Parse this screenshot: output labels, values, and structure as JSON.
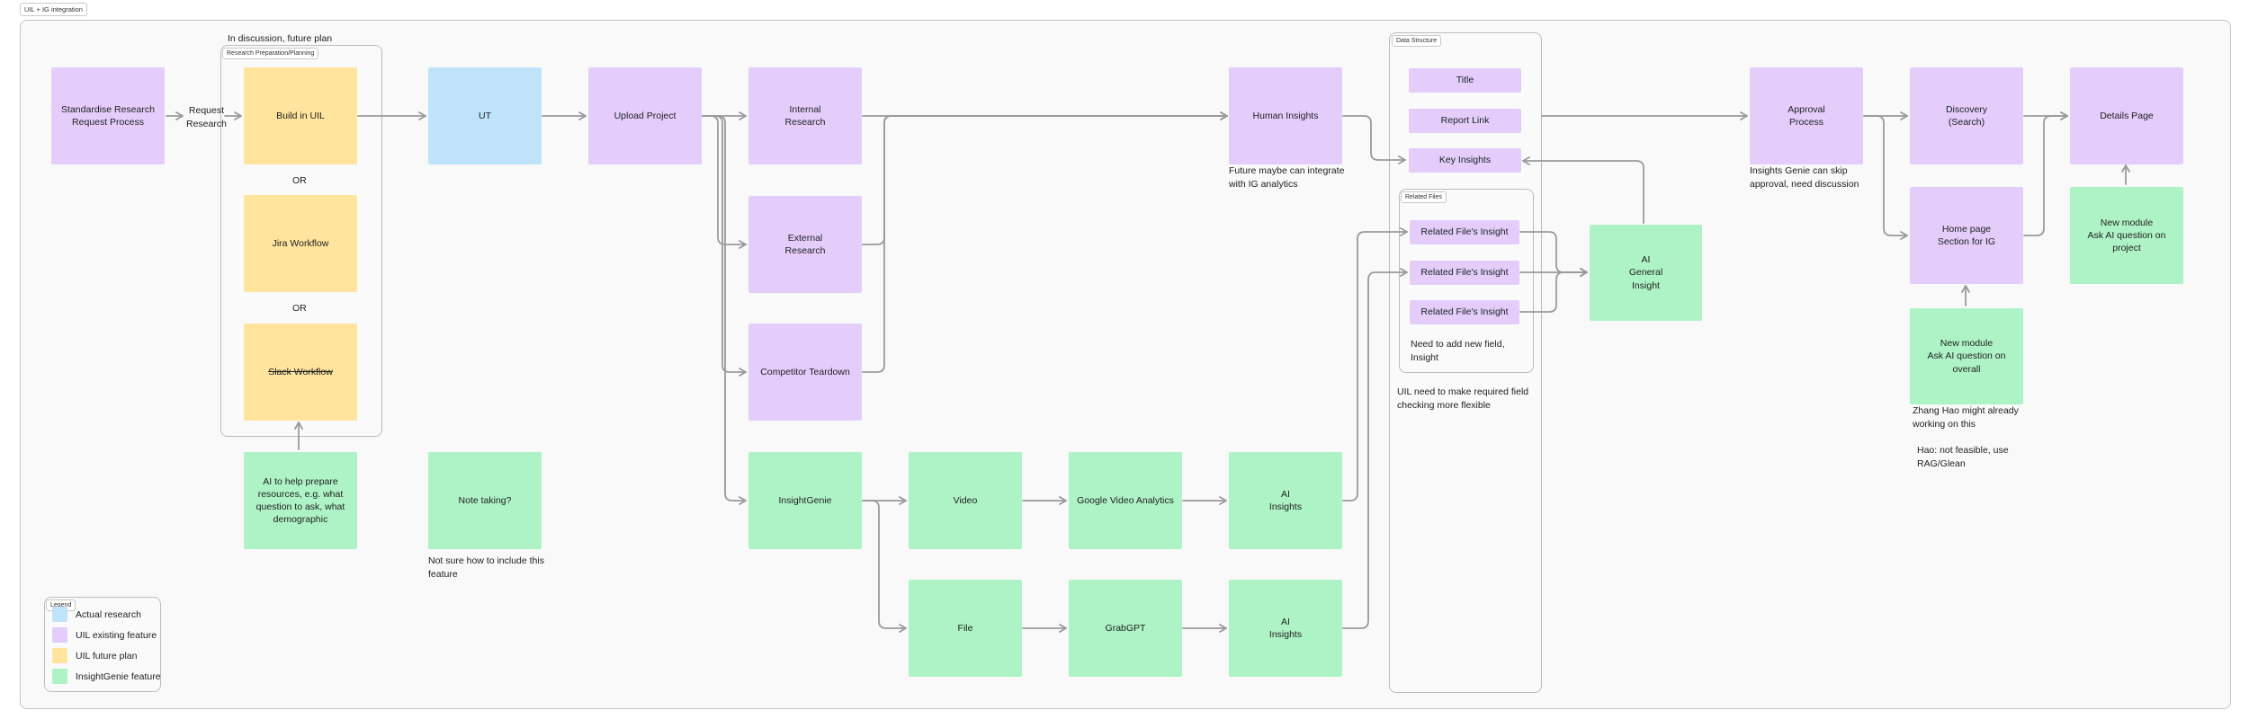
{
  "board": {
    "title": "UIL + IG integration"
  },
  "frames": {
    "research_prep": "Research Preparation/Planning",
    "data_structure": "Data Structure",
    "related_files": "Related Files",
    "legend": "Legend"
  },
  "labels": {
    "in_discussion": "In discussion, future plan",
    "request_research": "Request\nResearch",
    "or1": "OR",
    "or2": "OR"
  },
  "nodes": {
    "standardise": "Standardise Research\nRequest Process",
    "build_in_uil": "Build in UIL",
    "jira": "Jira Workflow",
    "slack": "Slack Workflow",
    "ai_prepare": "AI to help prepare\nresources, e.g. what\nquestion to ask, what\ndemographic",
    "ut": "UT",
    "note_taking": "Note taking?",
    "upload_project": "Upload Project",
    "internal": "Internal\nResearch",
    "external": "External\nResearch",
    "competitor": "Competitor Teardown",
    "insightgenie": "InsightGenie",
    "video": "Video",
    "file": "File",
    "google_video": "Google Video Analytics",
    "grabgpt": "GrabGPT",
    "ai_insights_1": "AI\nInsights",
    "ai_insights_2": "AI\nInsights",
    "human_insights": "Human Insights",
    "ds_title": "Title",
    "ds_report_link": "Report Link",
    "ds_key_insights": "Key Insights",
    "rf_1": "Related File's Insight",
    "rf_2": "Related File's Insight",
    "rf_3": "Related File's Insight",
    "ai_general": "AI\nGeneral\nInsight",
    "approval": "Approval\nProcess",
    "discovery": "Discovery\n(Search)",
    "homepage": "Home page\nSection for IG",
    "new_module_overall": "New module\nAsk AI question on\noverall",
    "details_page": "Details Page",
    "new_module_project": "New module\nAsk AI question on\nproject"
  },
  "notes": {
    "note_taking": "Not sure how to include this\nfeature",
    "human_insights": "Future maybe can integrate\nwith IG analytics",
    "related_files": "Need to add new field,\nInsight",
    "data_structure": "UIL need to make required field\nchecking more flexible",
    "approval": "Insights Genie can skip\napproval, need discussion",
    "zhang_hao": "Zhang Hao might already\nworking on this",
    "hao": "Hao: not feasible, use\nRAG/Glean"
  },
  "legend": [
    {
      "label": "Actual research",
      "color": "#bfe3fb"
    },
    {
      "label": "UIL existing feature",
      "color": "#e4cdfb"
    },
    {
      "label": "UIL future plan",
      "color": "#ffe49d"
    },
    {
      "label": "InsightGenie feature",
      "color": "#aef3c6"
    }
  ],
  "colors": {
    "uil_existing": "#e4cdfb",
    "uil_future": "#ffe49d",
    "actual_research": "#bfe3fb",
    "insightgenie": "#aef3c6",
    "connector": "#9a9a9a"
  }
}
